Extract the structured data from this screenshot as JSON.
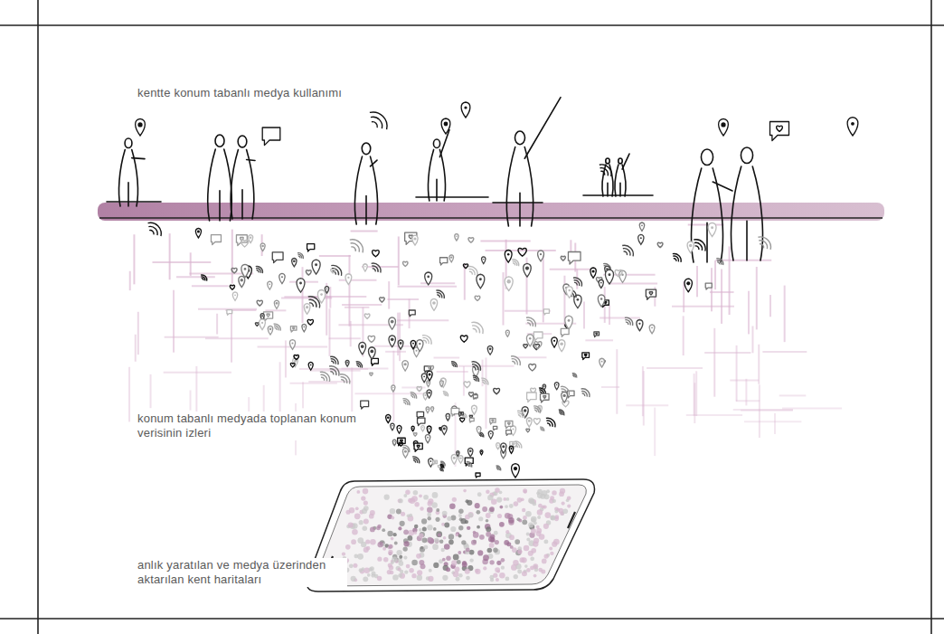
{
  "diagram": {
    "labels": [
      "kentte konum tabanlı medya kullanımı",
      "konum tabanlı medyada toplanan konum verisinin izleri",
      "anlık yaratılan ve medya üzerinden aktarılan kent haritaları"
    ]
  }
}
